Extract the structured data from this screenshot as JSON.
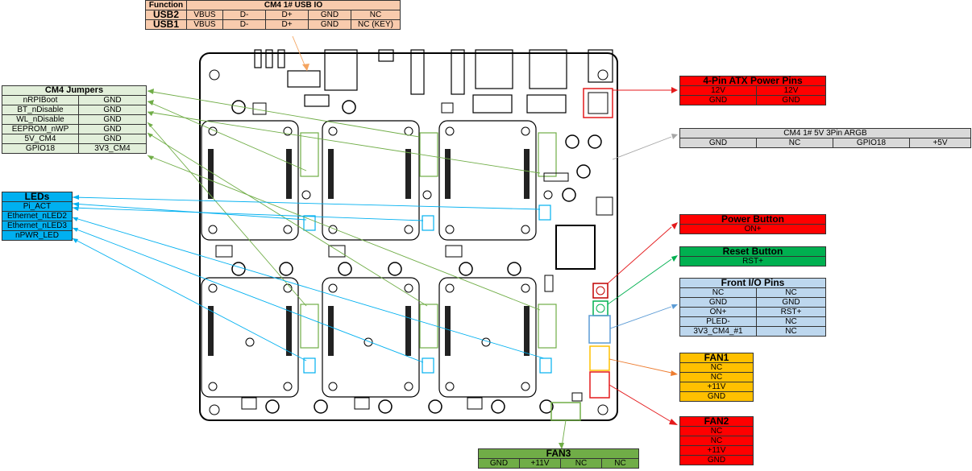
{
  "usb_io": {
    "title": "CM4 1# USB IO",
    "function_label": "Function",
    "usb2": {
      "name": "USB2",
      "pins": [
        "VBUS",
        "D-",
        "D+",
        "GND",
        "NC"
      ]
    },
    "usb1": {
      "name": "USB1",
      "pins": [
        "VBUS",
        "D-",
        "D+",
        "GND",
        "NC (KEY)"
      ]
    },
    "color": "#f8cbad"
  },
  "jumpers": {
    "title": "CM4 Jumpers",
    "rows": [
      [
        "nRPIBoot",
        "GND"
      ],
      [
        "BT_nDisable",
        "GND"
      ],
      [
        "WL_nDisable",
        "GND"
      ],
      [
        "EEPROM_nWP",
        "GND"
      ],
      [
        "5V_CM4",
        "GND"
      ],
      [
        "GPIO18",
        "3V3_CM4"
      ]
    ],
    "color": "#e2efda"
  },
  "leds": {
    "title": "LEDs",
    "rows": [
      "Pi_ACT",
      "Ethernet_nLED2",
      "Ethernet_nLED3",
      "nPWR_LED"
    ],
    "color": "#00b0f0"
  },
  "atx": {
    "title": "4-Pin ATX Power Pins",
    "rows": [
      [
        "12V",
        "12V"
      ],
      [
        "GND",
        "GND"
      ]
    ],
    "color": "#ff0000"
  },
  "argb": {
    "title": "CM4 1# 5V 3Pin ARGB",
    "pins": [
      "GND",
      "NC",
      "GPIO18",
      "+5V"
    ],
    "color": "#a6a6a6"
  },
  "power_button": {
    "title": "Power Button",
    "pin": "ON+",
    "color": "#ff0000"
  },
  "reset_button": {
    "title": "Reset Button",
    "pin": "RST+",
    "color": "#00b050"
  },
  "front_io": {
    "title": "Front I/O Pins",
    "rows": [
      [
        "NC",
        "NC"
      ],
      [
        "GND",
        "GND"
      ],
      [
        "ON+",
        "RST+"
      ],
      [
        "PLED-",
        "NC"
      ],
      [
        "3V3_CM4_#1",
        "NC"
      ]
    ],
    "color": "#bdd7ee"
  },
  "fan1": {
    "title": "FAN1",
    "pins": [
      "NC",
      "NC",
      "+11V",
      "GND"
    ],
    "color": "#ffc000"
  },
  "fan2": {
    "title": "FAN2",
    "pins": [
      "NC",
      "NC",
      "+11V",
      "GND"
    ],
    "color": "#ff0000"
  },
  "fan3": {
    "title": "FAN3",
    "pins": [
      "GND",
      "+11V",
      "NC",
      "NC"
    ],
    "color": "#70ad47"
  }
}
